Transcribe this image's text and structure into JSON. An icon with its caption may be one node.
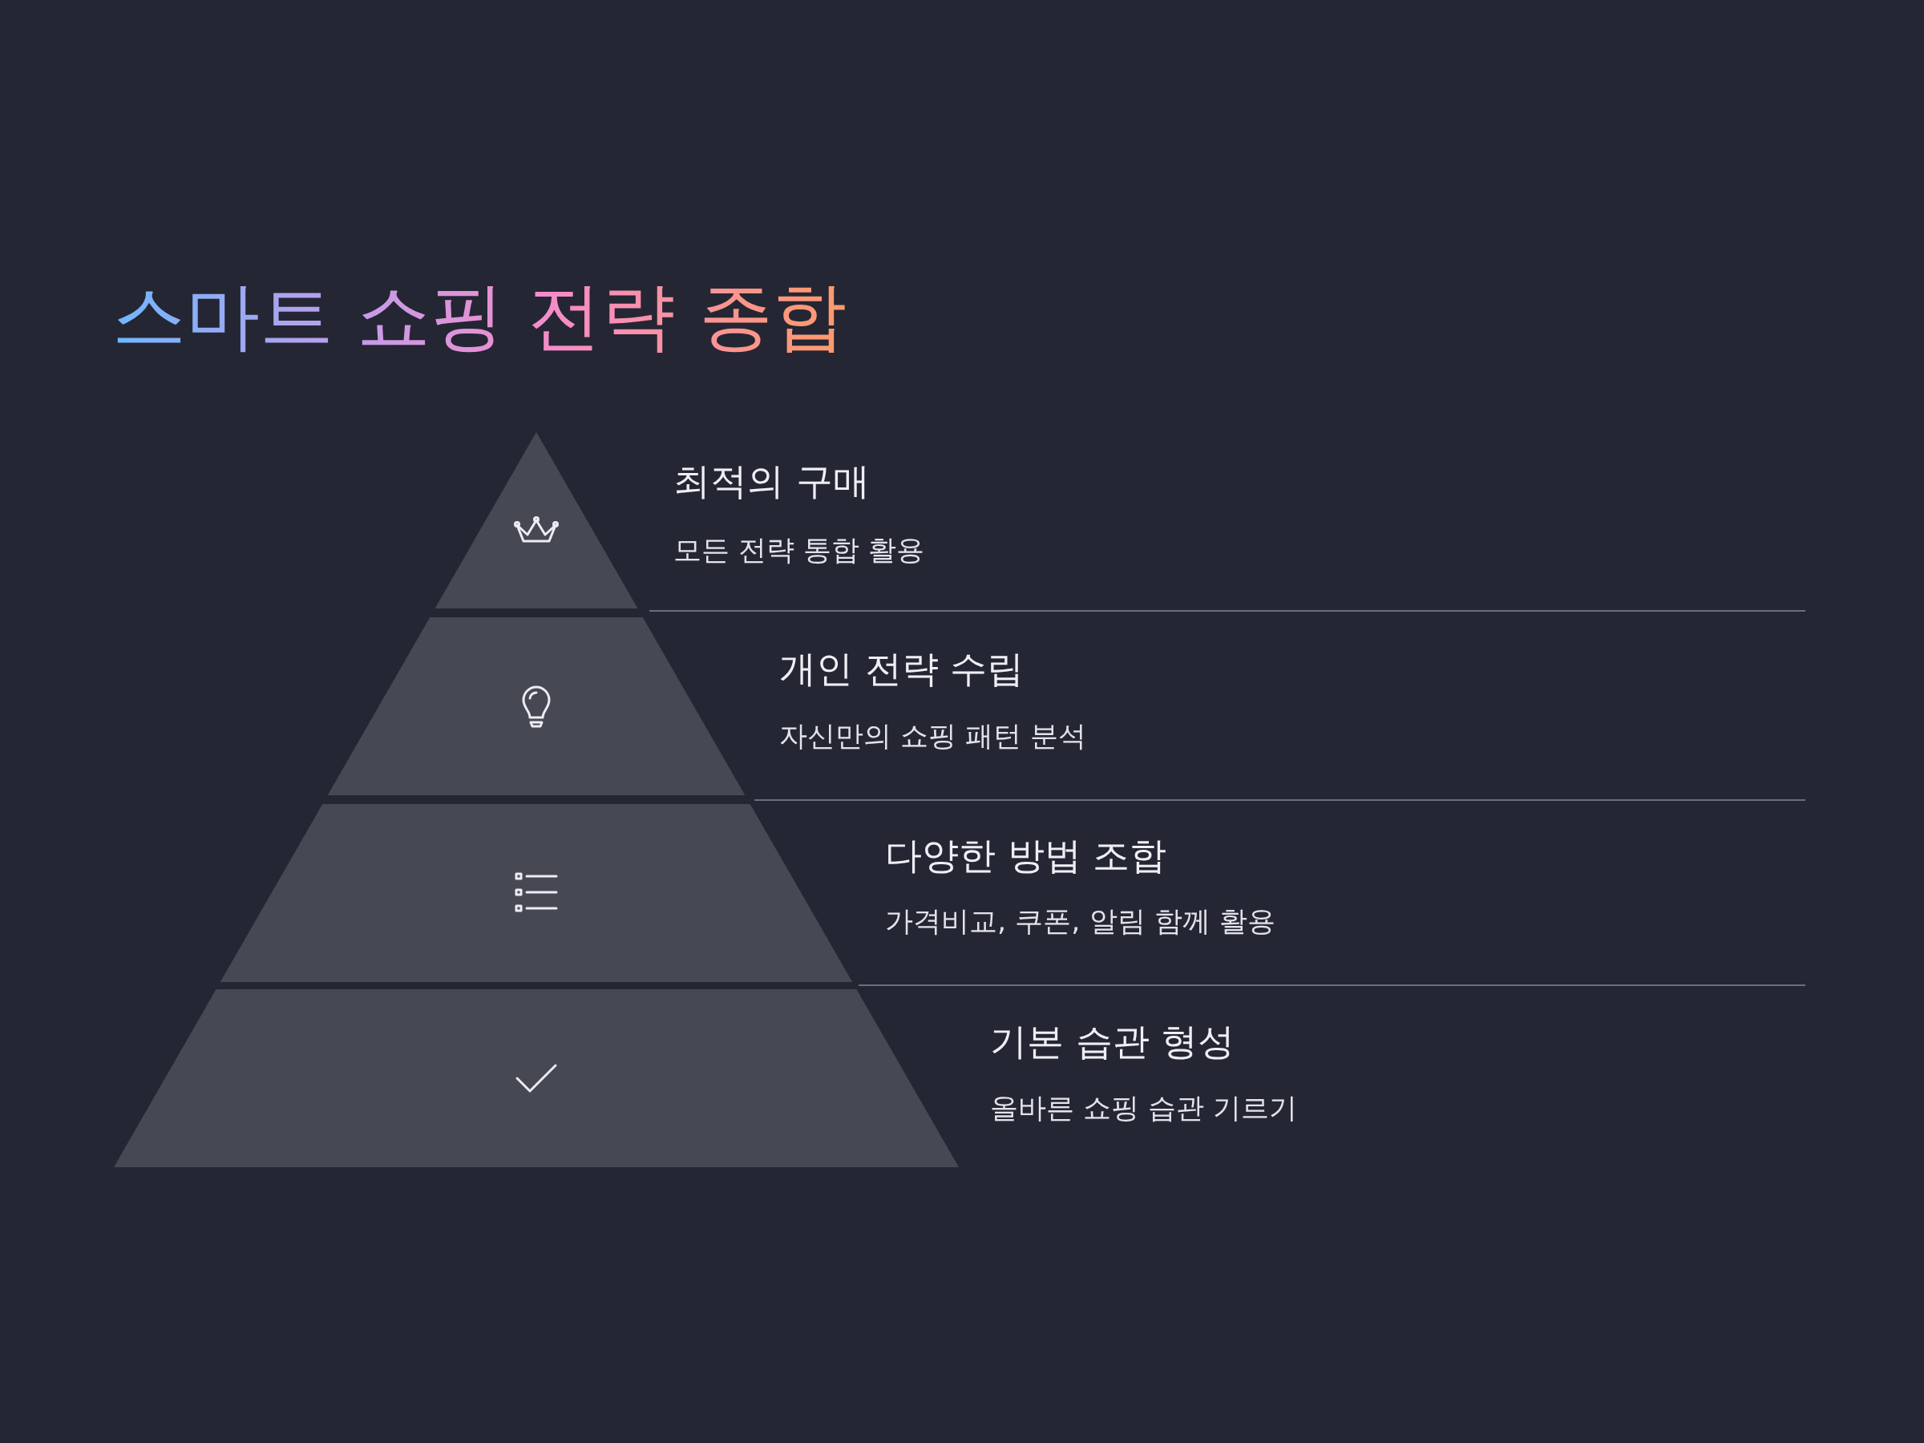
{
  "diagram": {
    "title": "스마트 쇼핑 전략 종합",
    "nodes": [
      {
        "text": [
          "최적의 구매",
          "모든 전략 통합 활용"
        ]
      },
      {
        "text": [
          "개인 전략 수립",
          "자신만의 쇼핑 패턴 분석"
        ]
      },
      {
        "text": [
          "다양한 방법 조합",
          "가격비교, 쿠폰, 알림 함께 활용"
        ]
      },
      {
        "text": [
          "기본 습관 형성",
          "올바른 쇼핑 습관 기르기"
        ]
      }
    ],
    "edges": []
  }
}
